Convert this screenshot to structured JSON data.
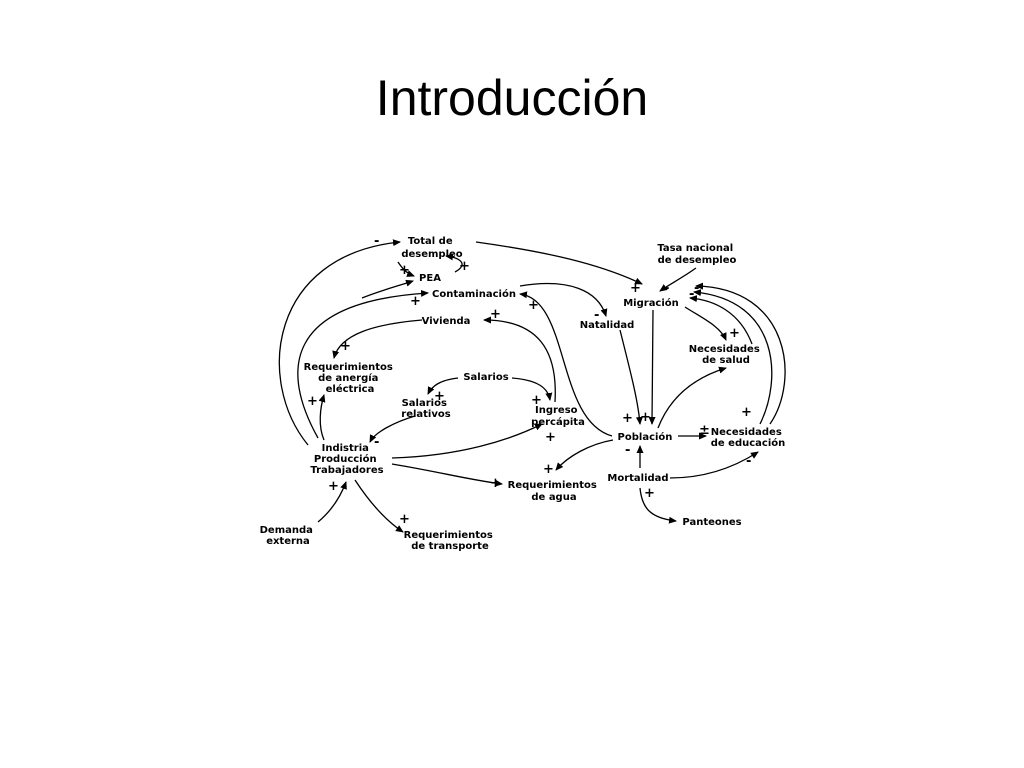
{
  "slide": {
    "title": "Introducción"
  },
  "nodes": {
    "total_desempleo": [
      "Total de",
      "desempleo"
    ],
    "pea": [
      "PEA"
    ],
    "tasa_nacional": [
      "Tasa nacional",
      "de desempleo"
    ],
    "contaminacion": [
      "Contaminación"
    ],
    "migracion": [
      "Migración"
    ],
    "vivienda": [
      "Vivienda"
    ],
    "natalidad": [
      "Natalidad"
    ],
    "req_energia": [
      "Requerimientos",
      "de anergía",
      "eléctrica"
    ],
    "necesidades_salud": [
      "Necesidades",
      "de salud"
    ],
    "salarios": [
      "Salarios"
    ],
    "salarios_relativos": [
      "Salarios",
      "relativos"
    ],
    "ingreso_percapita": [
      "Ingreso",
      "percápita"
    ],
    "poblacion": [
      "Población"
    ],
    "necesidades_educacion": [
      "Necesidades",
      "de educación"
    ],
    "industria": [
      "Indistria",
      "Producción",
      "Trabajadores"
    ],
    "mortalidad": [
      "Mortalidad"
    ],
    "req_agua": [
      "Requerimientos",
      "de agua"
    ],
    "panteones": [
      "Panteones"
    ],
    "demanda_externa": [
      "Demanda",
      "externa"
    ],
    "req_transporte": [
      "Requerimientos",
      "de transporte"
    ]
  },
  "signs": {
    "plus": "+",
    "minus": "-",
    "plus_minus": "±"
  }
}
